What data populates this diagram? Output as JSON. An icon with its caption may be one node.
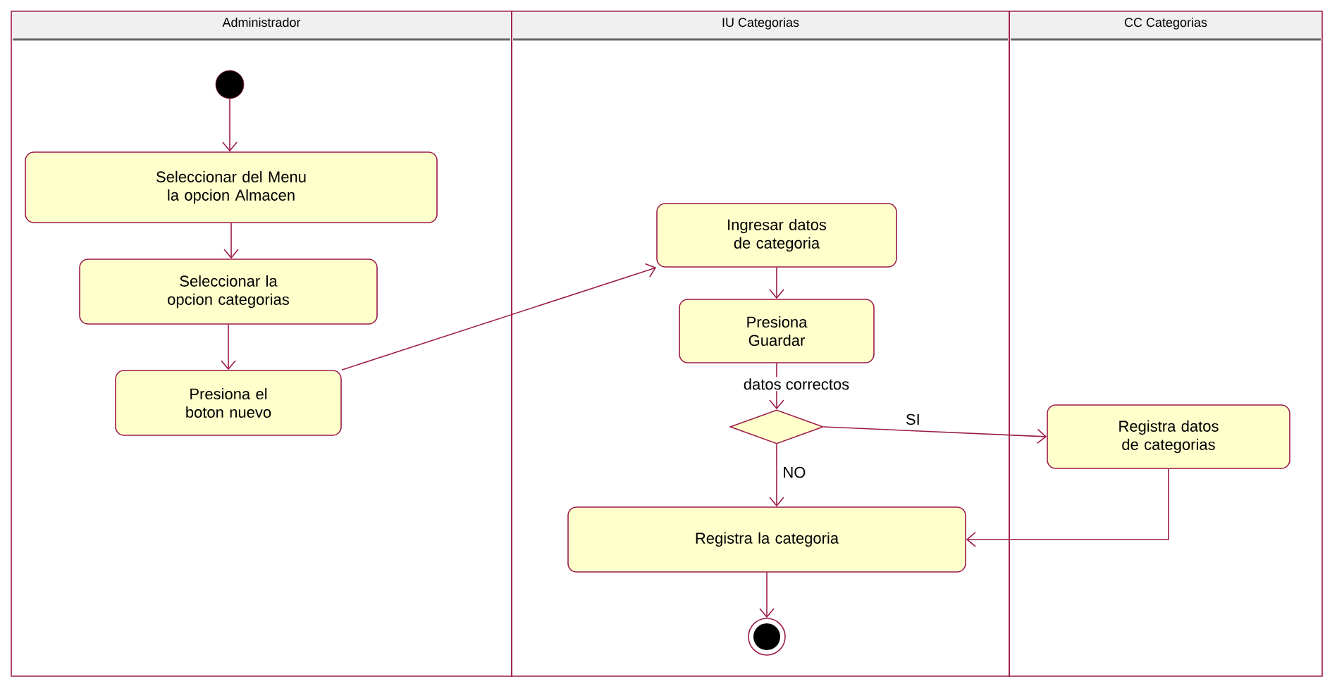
{
  "diagram": {
    "nodes": [
      {
        "text": [
          "Administrador"
        ]
      },
      {
        "text": [
          "IU Categorias"
        ]
      },
      {
        "text": [
          "CC Categorias"
        ]
      },
      {
        "text": [],
        "shape": "circle",
        "in": 0
      },
      {
        "text": [
          "Seleccionar del Menu la opcion Almacen"
        ],
        "in": 0
      },
      {
        "text": [
          "Seleccionar la opcion categorias"
        ],
        "in": 0
      },
      {
        "text": [
          "Presiona el boton nuevo"
        ],
        "in": 0
      },
      {
        "text": [
          "Ingresar datos de categoria"
        ],
        "in": 1
      },
      {
        "text": [
          "Presiona Guardar"
        ],
        "in": 1
      },
      {
        "text": [],
        "shape": "diamond",
        "in": 1
      },
      {
        "text": [
          "Registra datos de categorias"
        ],
        "in": 2
      },
      {
        "text": [
          "Registra la categoria"
        ],
        "in": 1
      },
      {
        "text": [],
        "shape": "circle",
        "in": 1
      }
    ],
    "edges": [
      {
        "from": 3,
        "to": 4,
        "arrow": "to"
      },
      {
        "from": 4,
        "to": 5,
        "arrow": "to"
      },
      {
        "from": 5,
        "to": 6,
        "arrow": "to"
      },
      {
        "from": 6,
        "to": 7,
        "arrow": "to"
      },
      {
        "from": 7,
        "to": 8,
        "arrow": "to"
      },
      {
        "from": 8,
        "to": 9,
        "arrow": "to",
        "label": "datos correctos"
      },
      {
        "from": 9,
        "to": 10,
        "arrow": "to",
        "label": "SI"
      },
      {
        "from": 9,
        "to": 11,
        "arrow": "to",
        "label": "NO"
      },
      {
        "from": 10,
        "to": 11,
        "arrow": "to"
      },
      {
        "from": 11,
        "to": 12,
        "arrow": "to"
      }
    ]
  }
}
